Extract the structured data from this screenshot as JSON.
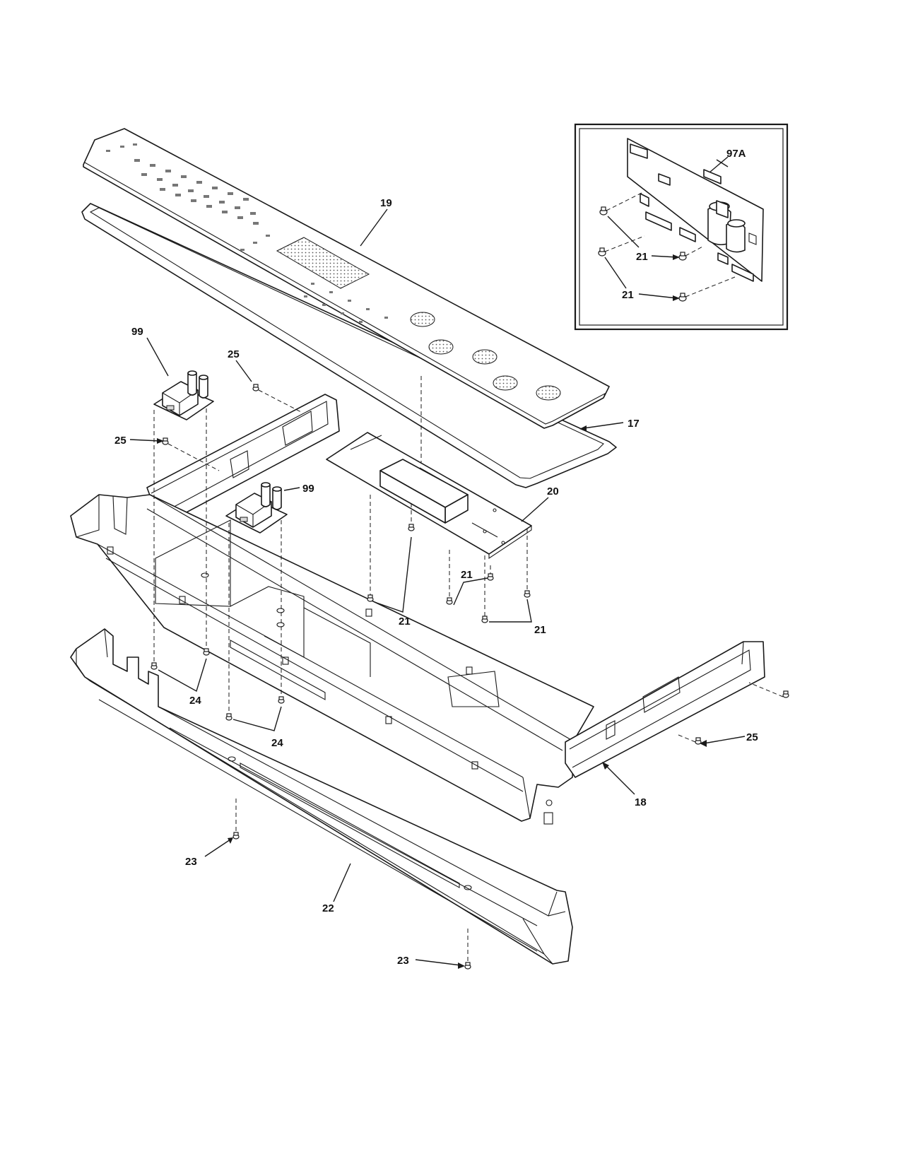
{
  "diagram": {
    "callouts": {
      "c19": "19",
      "c17": "17",
      "c20": "20",
      "c18": "18",
      "c22": "22",
      "c97a": "97A",
      "c99_left": "99",
      "c99_mid": "99",
      "c25_top": "25",
      "c25_left": "25",
      "c25_right": "25",
      "c21_a": "21",
      "c21_b": "21",
      "c21_c": "21",
      "c21_inset_a": "21",
      "c21_inset_b": "21",
      "c24_a": "24",
      "c24_b": "24",
      "c23_a": "23",
      "c23_b": "23"
    }
  }
}
